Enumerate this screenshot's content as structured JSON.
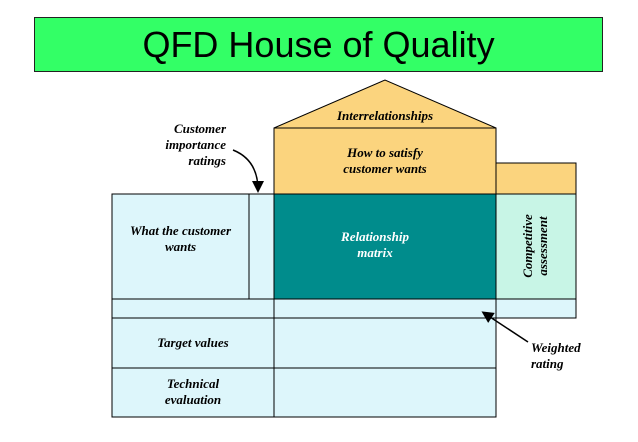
{
  "title": "QFD House of Quality",
  "colors": {
    "title_bg": "#33ff66",
    "light_blue": "#ddf6fb",
    "teal": "#008c8c",
    "orange": "#fbd47e",
    "mint": "#c8f5e6"
  },
  "labels": {
    "interrelationships": "Interrelationships",
    "how_to_satisfy": [
      "How to satisfy",
      "customer wants"
    ],
    "customer_importance": [
      "Customer",
      "importance",
      "ratings"
    ],
    "what_customer_wants": [
      "What the customer",
      "wants"
    ],
    "relationship_matrix": [
      "Relationship",
      "matrix"
    ],
    "competitive_assessment": [
      "Competitive",
      "assessment"
    ],
    "target_values": "Target values",
    "technical_evaluation": [
      "Technical",
      "evaluation"
    ],
    "weighted_rating": [
      "Weighted",
      "rating"
    ]
  }
}
